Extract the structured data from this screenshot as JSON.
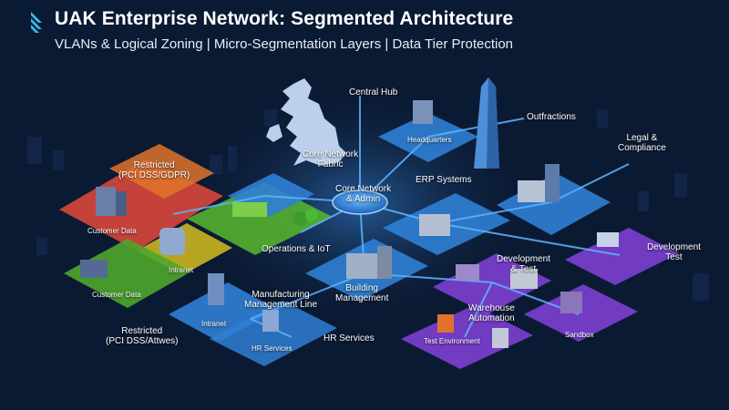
{
  "header": {
    "title": "UAK Enterprise Network: Segmented Architecture",
    "subtitle": "VLANs & Logical Zoning | Micro-Segmentation Layers | Data Tier Protection"
  },
  "labels": {
    "central_hub": "Central Hub",
    "headquarters": "Headquarters",
    "outfractions": "Outfractions",
    "legal_compliance": "Legal &\nCompliance",
    "core_fabric": "Core Network\nFabric",
    "core_admin": "Core Network\n& Admin",
    "erp": "ERP Systems",
    "restricted_top": "Restricted\n(PCI DSS/GDPR)",
    "customer_data_top": "Customer Data",
    "intranet_left": "Intranet",
    "customer_data_low": "Customer Data",
    "operations_iot": "Operations & IoT",
    "building_mgmt": "Building\nManagement",
    "development_test_mid": "Development\n& Test",
    "development_test_right": "Development\nTest",
    "manufacturing": "Manufacturing\nManagement Line",
    "intranet_low": "Intranet",
    "warehouse": "Warehouse\nAutomation",
    "sandbox": "Sandbox",
    "restricted_low": "Restricted\n(PCI DSS/Attwes)",
    "hr_services_zone": "HR Services",
    "hr_services": "HR Services",
    "test_environment": "Test Environment"
  },
  "colors": {
    "background": "#0b1a33",
    "zone_red": "#d8473a",
    "zone_orange": "#e0742c",
    "zone_green": "#54b030",
    "zone_yellow": "#c9b521",
    "zone_blue": "#2f7fd4",
    "zone_purple": "#7c3fd1",
    "link": "#5fb3ff",
    "logo": "#39b6e8"
  }
}
